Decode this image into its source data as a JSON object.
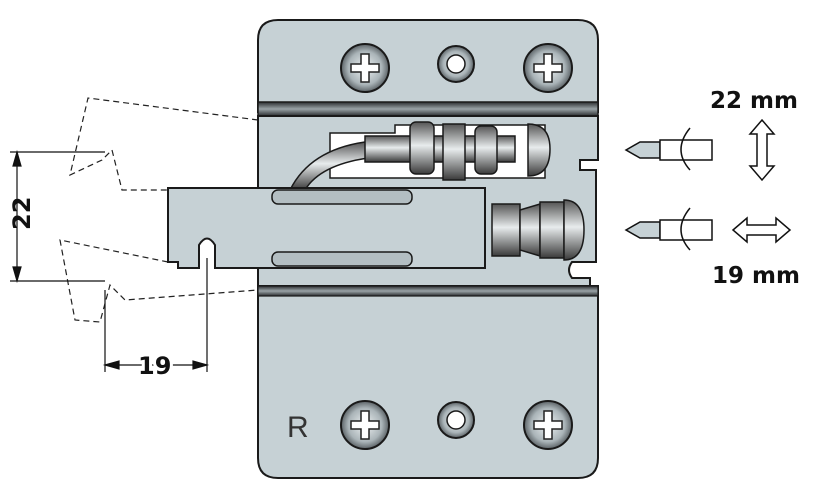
{
  "diagram": {
    "colors": {
      "plate": "#c6d1d5",
      "outline": "#1a1a1a",
      "dark": "#4a4f52"
    },
    "plate_mark": "R",
    "dim_vertical": "22",
    "dim_horizontal": "19",
    "adjust_vertical_label": "22 mm",
    "adjust_horizontal_label": "19 mm",
    "icons": [
      "screwdriver-icon",
      "rotation-arrow-icon",
      "vertical-double-arrow-icon",
      "horizontal-double-arrow-icon",
      "phillips-screw-icon"
    ]
  }
}
